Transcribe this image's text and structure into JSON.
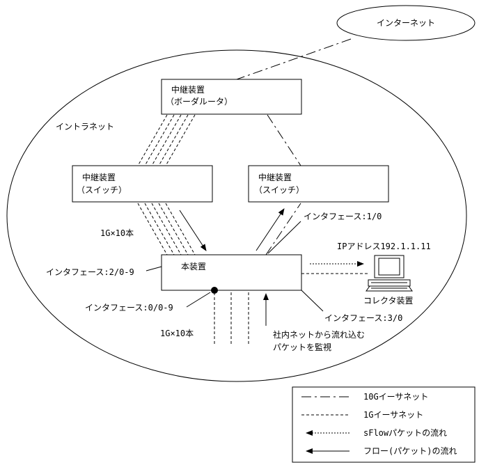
{
  "internet": {
    "label": "インターネット"
  },
  "intranet": {
    "label": "イントラネット"
  },
  "border_router": {
    "line1": "中継装置",
    "line2": "（ボーダルータ）"
  },
  "switch_left": {
    "line1": "中継装置",
    "line2": "（スイッチ）"
  },
  "switch_right": {
    "line1": "中継装置",
    "line2": "（スイッチ）"
  },
  "main_device": {
    "label": "本装置"
  },
  "collector": {
    "label": "コレクタ装置",
    "ip": "IPアドレス192.1.1.11"
  },
  "labels": {
    "if_10": "インタフェース:1/0",
    "if_20_9": "インタフェース:2/0-9",
    "if_00_9": "インタフェース:0/0-9",
    "if_30": "インタフェース:3/0",
    "upper_links": "1G×10本",
    "lower_links": "1G×10本",
    "monitor_line1": "社内ネットから流れ込む",
    "monitor_line2": "パケットを監視"
  },
  "legend": {
    "items": [
      {
        "style": "10g",
        "label": "10Gイーサネット"
      },
      {
        "style": "1g",
        "label": "1Gイーサネット"
      },
      {
        "style": "sflow",
        "label": "sFlowパケットの流れ"
      },
      {
        "style": "flow",
        "label": "フロー(パケット)の流れ"
      }
    ]
  }
}
